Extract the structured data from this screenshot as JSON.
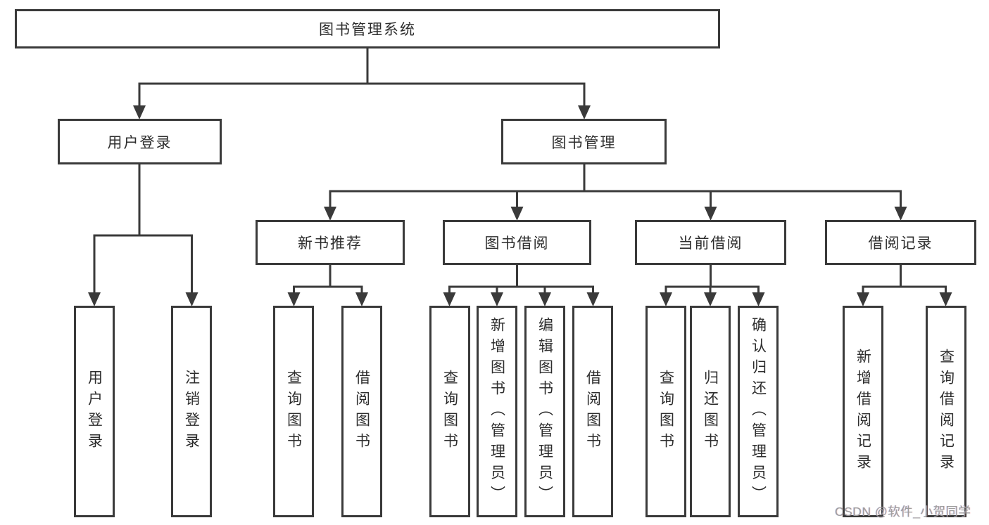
{
  "colors": {
    "line": "#3a3a3a",
    "text": "#2d2d2d",
    "background": "#ffffff",
    "watermark": "#9e9e9e"
  },
  "watermark": {
    "text": "CSDN @软件_小贺同学"
  },
  "nodes": {
    "root": "图书管理系统",
    "user_login": "用户登录",
    "book_management": "图书管理",
    "new_book_recommend": "新书推荐",
    "book_borrow": "图书借阅",
    "current_borrow": "当前借阅",
    "borrow_records": "借阅记录",
    "leaf_user_login": "用户登录",
    "leaf_logout": "注销登录",
    "leaf_rec_query_books": "查询图书",
    "leaf_rec_borrow_books": "借阅图书",
    "leaf_bb_query_books": "查询图书",
    "leaf_bb_add_books": "新增图书（管理员）",
    "leaf_bb_edit_books": "编辑图书（管理员）",
    "leaf_bb_borrow_books": "借阅图书",
    "leaf_cb_query_books": "查询图书",
    "leaf_cb_return_books": "归还图书",
    "leaf_cb_confirm_return": "确认归还（管理员）",
    "leaf_br_add_record": "新增借阅记录",
    "leaf_br_query_record": "查询借阅记录"
  }
}
